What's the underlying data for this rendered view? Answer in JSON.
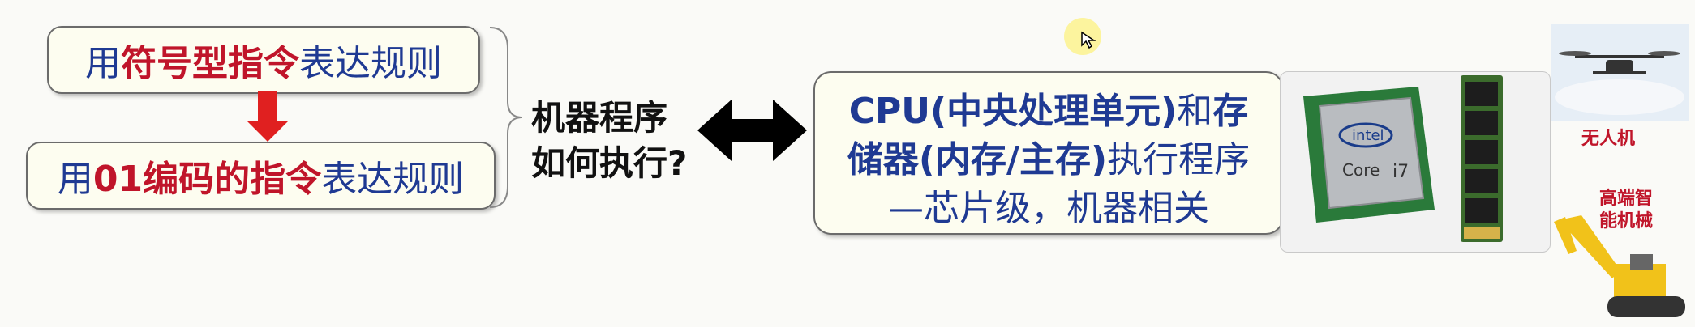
{
  "rules": {
    "rule1": {
      "prefix": "用",
      "highlight": "符号型指令",
      "suffix": "表达规则"
    },
    "rule2": {
      "prefix": "用",
      "highlight": "01编码的指令",
      "suffix": "表达规则"
    }
  },
  "question": {
    "line1": "机器程序",
    "line2": "如何执行?"
  },
  "cpu_box": {
    "l1_a": "CPU(中央处理单元)",
    "l1_b": "和",
    "l1_c": "存",
    "l2_a": "储器(内存/主存)",
    "l2_b": "执行程序",
    "l3": "—芯片级，机器相关"
  },
  "chip": {
    "brand": "intel",
    "model": "Core",
    "gen": "i7"
  },
  "side_labels": {
    "drone": "无人机",
    "excavator_l1": "高端智",
    "excavator_l2": "能机械"
  },
  "colors": {
    "red": "#c0152a",
    "blue": "#1f3a93",
    "box_bg": "#fdfdf0"
  }
}
